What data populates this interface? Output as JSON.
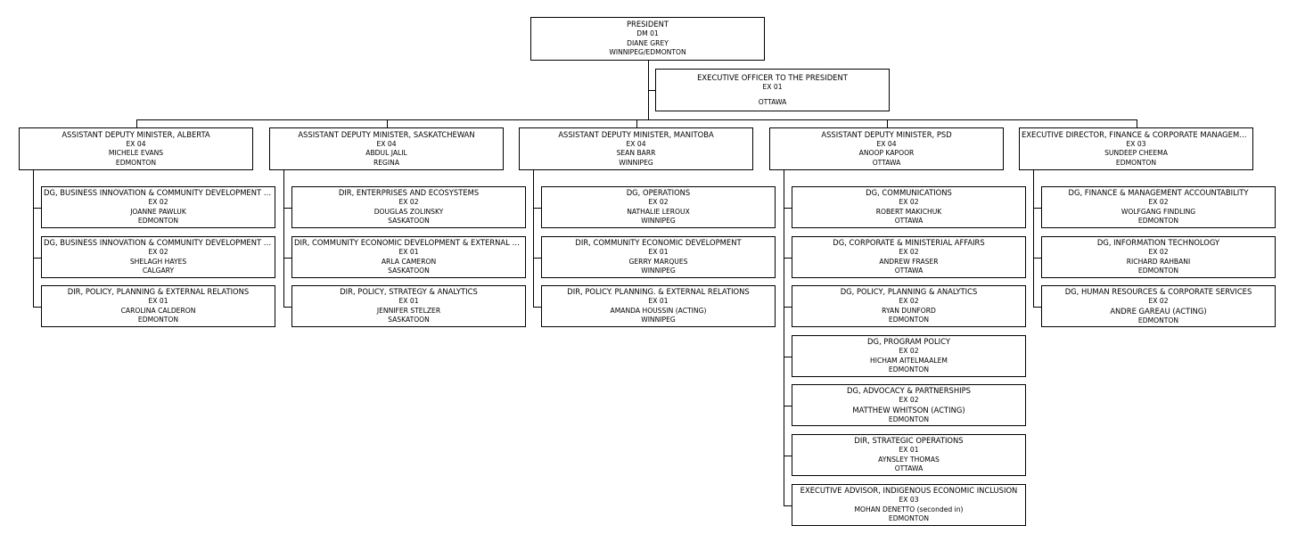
{
  "org_chart": {
    "president": {
      "title": "PRESIDENT",
      "level": "DM   01",
      "name": "DIANE GREY",
      "location": "WINNIPEG/EDMONTON"
    },
    "executive_officer": {
      "title": "EXECUTIVE OFFICER TO THE PRESIDENT",
      "level": "EX   01",
      "name": "",
      "location": "OTTAWA"
    },
    "branches": [
      {
        "head": {
          "title": "ASSISTANT DEPUTY MINISTER, ALBERTA",
          "level": "EX   04",
          "name": "MICHELE EVANS",
          "location": "EDMONTON"
        },
        "reports": [
          {
            "title": "DG, BUSINESS INNOVATION & COMMUNITY DEVELOPMENT (NORTH)",
            "level": "EX   02",
            "name": "JOANNE PAWLUK",
            "location": "EDMONTON"
          },
          {
            "title": "DG, BUSINESS INNOVATION & COMMUNITY DEVELOPMENT (SOUTH)",
            "level": "EX   02",
            "name": "SHELAGH HAYES",
            "location": "CALGARY"
          },
          {
            "title": "DIR, POLICY, PLANNING & EXTERNAL RELATIONS",
            "level": "EX   01",
            "name": "CAROLINA CALDERON",
            "location": "EDMONTON"
          }
        ]
      },
      {
        "head": {
          "title": "ASSISTANT DEPUTY MINISTER, SASKATCHEWAN",
          "level": "EX   04",
          "name": "ABDUL JALIL",
          "location": "REGINA"
        },
        "reports": [
          {
            "title": "DIR, ENTERPRISES AND ECOSYSTEMS",
            "level": "EX   02",
            "name": "DOUGLAS ZOLINSKY",
            "location": "SASKATOON"
          },
          {
            "title": "DIR, COMMUNITY ECONOMIC DEVELOPMENT & EXTERNAL RELATIONS",
            "level": "EX   01",
            "name": "ARLA CAMERON",
            "location": "SASKATOON"
          },
          {
            "title": "DIR, POLICY, STRATEGY & ANALYTICS",
            "level": "EX   01",
            "name": "JENNIFER STELZER",
            "location": "SASKATOON"
          }
        ]
      },
      {
        "head": {
          "title": "ASSISTANT DEPUTY MINISTER, MANITOBA",
          "level": "EX   04",
          "name": "SEAN BARR",
          "location": "WINNIPEG"
        },
        "reports": [
          {
            "title": "DG, OPERATIONS",
            "level": "EX   02",
            "name": "NATHALIE LEROUX",
            "location": "WINNIPEG"
          },
          {
            "title": "DIR, COMMUNITY ECONOMIC DEVELOPMENT",
            "level": "EX   01",
            "name": "GERRY MARQUES",
            "location": "WINNIPEG"
          },
          {
            "title": "DIR, POLICY. PLANNING. & EXTERNAL RELATIONS",
            "level": "EX   01",
            "name": "AMANDA HOUSSIN (ACTING)",
            "location": "WINNIPEG"
          }
        ]
      },
      {
        "head": {
          "title": "ASSISTANT DEPUTY MINISTER, PSD",
          "level": "EX   04",
          "name": "ANOOP KAPOOR",
          "location": "OTTAWA"
        },
        "reports": [
          {
            "title": "DG, COMMUNICATIONS",
            "level": "EX   02",
            "name": "ROBERT MAKICHUK",
            "location": "OTTAWA"
          },
          {
            "title": "DG, CORPORATE & MINISTERIAL AFFAIRS",
            "level": "EX   02",
            "name": "ANDREW FRASER",
            "location": "OTTAWA"
          },
          {
            "title": "DG, POLICY, PLANNING & ANALYTICS",
            "level": "EX   02",
            "name": "RYAN DUNFORD",
            "location": "EDMONTON"
          },
          {
            "title": "DG, PROGRAM POLICY",
            "level": "EX   02",
            "name": "HICHAM AITELMAALEM",
            "location": "EDMONTON"
          },
          {
            "title": "DG, ADVOCACY & PARTNERSHIPS",
            "level": "EX   02",
            "name": "MATTHEW WHITSON (ACTING)",
            "location": "EDMONTON"
          },
          {
            "title": "DIR, STRATEGIC OPERATIONS",
            "level": "EX   01",
            "name": "AYNSLEY THOMAS",
            "location": "OTTAWA"
          },
          {
            "title": "EXECUTIVE ADVISOR, INDIGENOUS ECONOMIC INCLUSION",
            "level": "EX   03",
            "name": "MOHAN DENETTO (seconded in)",
            "location": "EDMONTON"
          }
        ]
      },
      {
        "head": {
          "title": "EXECUTIVE DIRECTOR, FINANCE & CORPORATE MANAGEMENT",
          "level": "EX   03",
          "name": "SUNDEEP CHEEMA",
          "location": "EDMONTON"
        },
        "reports": [
          {
            "title": "DG, FINANCE & MANAGEMENT ACCOUNTABILITY",
            "level": "EX   02",
            "name": "WOLFGANG FINDLING",
            "location": "EDMONTON"
          },
          {
            "title": "DG, INFORMATION TECHNOLOGY",
            "level": "EX   02",
            "name": "RICHARD RAHBANI",
            "location": "EDMONTON"
          },
          {
            "title": "DG, HUMAN RESOURCES & CORPORATE SERVICES",
            "level": "EX   02",
            "name": "ANDRE GAREAU (ACTING)",
            "location": "EDMONTON"
          }
        ]
      }
    ]
  }
}
